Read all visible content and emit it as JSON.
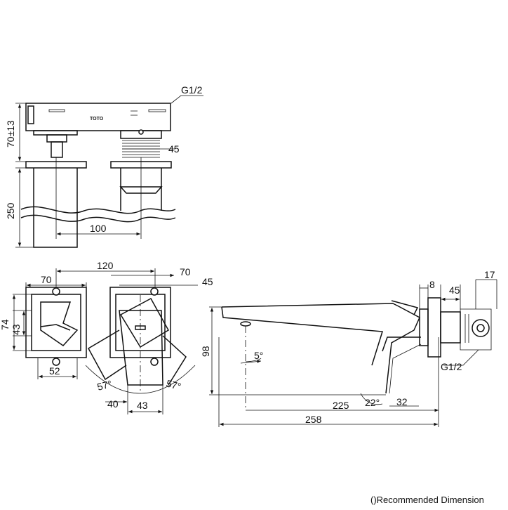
{
  "note": "()Recommended Dimension",
  "brand": "TOTO",
  "dimensions": {
    "thread_top": "G1/2",
    "height_70": "70±13",
    "dia_45_top": "45",
    "depth_250": "250",
    "spacing_100": "100",
    "width_120": "120",
    "left_70": "70",
    "right_70": "70",
    "right_45": "45",
    "height_74": "74",
    "height_43": "43",
    "width_52": "52",
    "angle_57_left": "57°",
    "angle_57_right": "57°",
    "width_40": "40",
    "width_43": "43",
    "height_98": "98",
    "angle_5": "5°",
    "depth_8": "8",
    "side_45": "45",
    "side_17": "17",
    "thread_side": "G1/2",
    "length_225": "225",
    "angle_22": "22°",
    "length_32": "32",
    "length_258": "258"
  }
}
